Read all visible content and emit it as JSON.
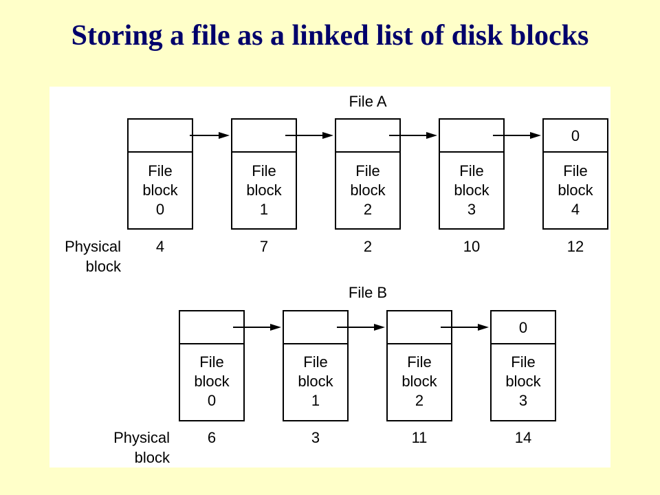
{
  "slide": {
    "title": "Storing a file as a linked list of disk blocks"
  },
  "file_a": {
    "name": "File A",
    "row_label_line1": "Physical",
    "row_label_line2": "block",
    "blocks": [
      {
        "line1": "File",
        "line2": "block",
        "index": "0",
        "physical": "4",
        "terminator": ""
      },
      {
        "line1": "File",
        "line2": "block",
        "index": "1",
        "physical": "7",
        "terminator": ""
      },
      {
        "line1": "File",
        "line2": "block",
        "index": "2",
        "physical": "2",
        "terminator": ""
      },
      {
        "line1": "File",
        "line2": "block",
        "index": "3",
        "physical": "10",
        "terminator": ""
      },
      {
        "line1": "File",
        "line2": "block",
        "index": "4",
        "physical": "12",
        "terminator": "0"
      }
    ]
  },
  "file_b": {
    "name": "File B",
    "row_label_line1": "Physical",
    "row_label_line2": "block",
    "blocks": [
      {
        "line1": "File",
        "line2": "block",
        "index": "0",
        "physical": "6",
        "terminator": ""
      },
      {
        "line1": "File",
        "line2": "block",
        "index": "1",
        "physical": "3",
        "terminator": ""
      },
      {
        "line1": "File",
        "line2": "block",
        "index": "2",
        "physical": "11",
        "terminator": ""
      },
      {
        "line1": "File",
        "line2": "block",
        "index": "3",
        "physical": "14",
        "terminator": "0"
      }
    ]
  }
}
